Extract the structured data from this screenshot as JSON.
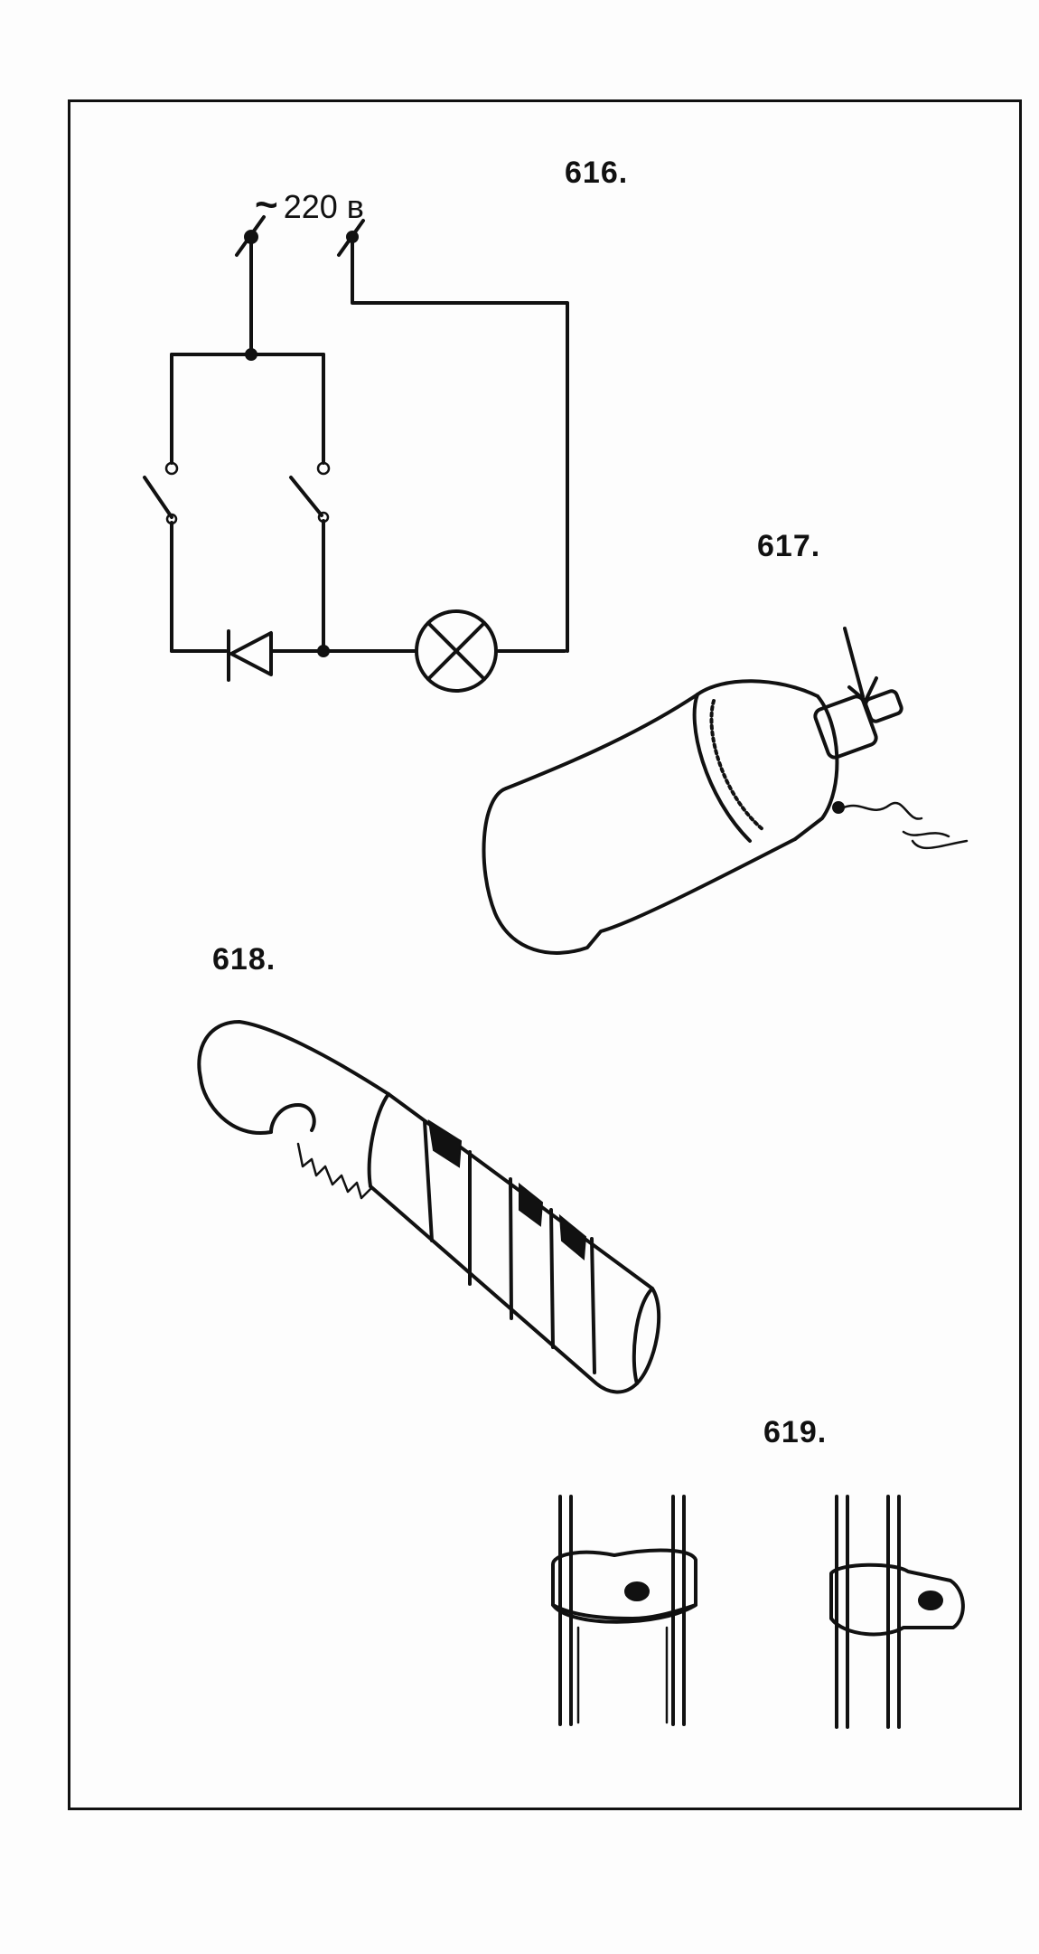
{
  "figures": [
    {
      "id": "616",
      "label": "616."
    },
    {
      "id": "617",
      "label": "617."
    },
    {
      "id": "618",
      "label": "618."
    },
    {
      "id": "619",
      "label": "619."
    }
  ],
  "circuit": {
    "voltage_symbol": "~",
    "voltage_text": "220 в",
    "components": [
      "terminal-left",
      "terminal-right",
      "switch-left",
      "switch-right",
      "diode",
      "lamp"
    ]
  },
  "colors": {
    "ink": "#111111",
    "paper": "#fdfdfd"
  }
}
